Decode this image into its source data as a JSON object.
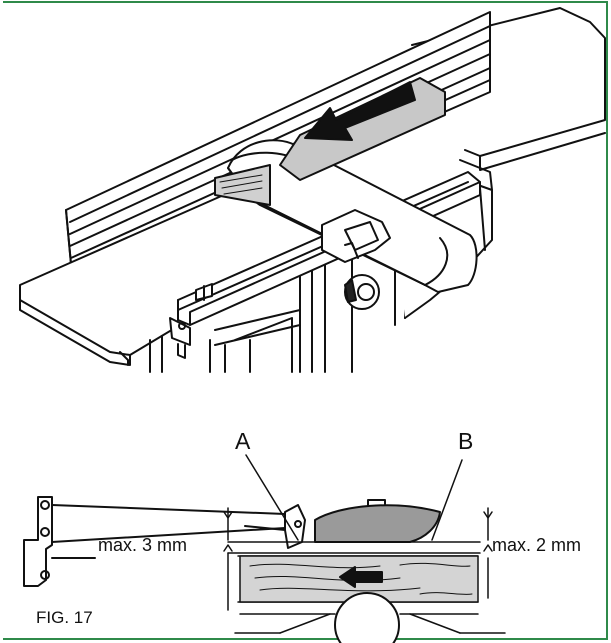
{
  "figure": {
    "caption": "FIG. 17",
    "label_a": "A",
    "label_b": "B",
    "dim_left": "max. 3 mm",
    "dim_right": "max. 2 mm"
  },
  "colors": {
    "border": "#2f8a4a",
    "line": "#111111",
    "gray_fill": "#9a9a9a",
    "light_gray": "#d4d4d4"
  }
}
